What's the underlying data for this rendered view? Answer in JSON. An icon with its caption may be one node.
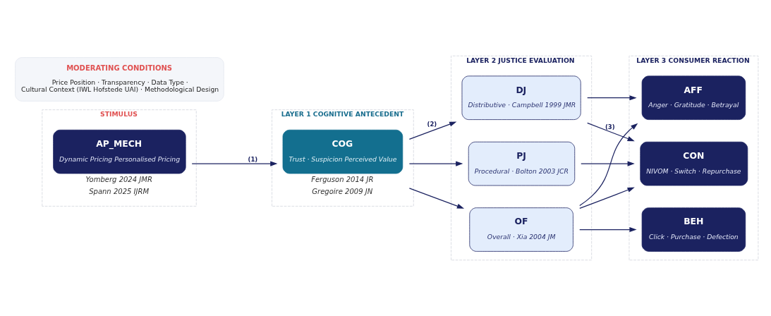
{
  "diagram": {
    "nodes": [
      {
        "text": [
          "STIMULUS"
        ]
      },
      {
        "text": [
          "AP_MECH",
          "Dynamic Pricing Personalised Pricing"
        ],
        "in": 0,
        "beside": [
          "Yomberg 2024 JMR",
          "Spann 2025 IJRM"
        ]
      },
      {
        "text": [
          "LAYER 1 COGNITIVE ANTECEDENT"
        ]
      },
      {
        "text": [
          "COG",
          "Trust · Suspicion Perceived Value"
        ],
        "in": 2,
        "beside": [
          "Ferguson 2014 JR",
          "Gregoire 2009 JN"
        ]
      },
      {
        "text": [
          "LAYER 2 JUSTICE EVALUATION"
        ]
      },
      {
        "text": [
          "DJ",
          "Distributive · Campbell 1999 JMR"
        ],
        "in": 4
      },
      {
        "text": [
          "PJ",
          "Procedural · Bolton 2003 JCR"
        ],
        "in": 4
      },
      {
        "text": [
          "OF",
          "Overall · Xia 2004 JM"
        ],
        "in": 4
      },
      {
        "text": [
          "LAYER 3 CONSUMER REACTION"
        ]
      },
      {
        "text": [
          "AFF",
          "Anger · Gratitude · Betrayal"
        ],
        "in": 8
      },
      {
        "text": [
          "CON",
          "NIVOM · Switch · Repurchase"
        ],
        "in": 8
      },
      {
        "text": [
          "BEH",
          "Click · Purchase · Defection"
        ],
        "in": 8
      },
      {
        "text": [
          "MODERATING CONDITIONS",
          "Price Position · Transparency · Data Type · Cultural Context (IWL Hofstede UAI) · Methodological Design"
        ]
      }
    ],
    "edges": [
      {
        "from": 1,
        "to": 3,
        "arrow": "to",
        "label": "(1)"
      },
      {
        "from": 3,
        "to": 5,
        "arrow": "to",
        "label": "(2)"
      },
      {
        "from": 3,
        "to": 6,
        "arrow": "to"
      },
      {
        "from": 3,
        "to": 7,
        "arrow": "to"
      },
      {
        "from": 5,
        "to": 9,
        "arrow": "to"
      },
      {
        "from": 5,
        "to": 10,
        "arrow": "to",
        "label": "(3)"
      },
      {
        "from": 6,
        "to": 10,
        "arrow": "to"
      },
      {
        "from": 7,
        "to": 9,
        "arrow": "to"
      },
      {
        "from": 7,
        "to": 10,
        "arrow": "to"
      },
      {
        "from": 7,
        "to": 11,
        "arrow": "to"
      }
    ]
  }
}
